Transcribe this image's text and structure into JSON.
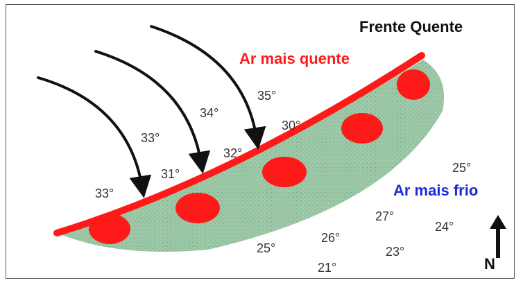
{
  "title": "Frente Quente",
  "warm_air_label": "Ar mais quente",
  "cold_air_label": "Ar mais frio",
  "north_label": "N",
  "colors": {
    "front": "#ff1a1a",
    "cold_air_fill": "#9dc9a8",
    "warm_label": "#ff1a1a",
    "cold_label": "#1e2bd6",
    "arrows": "#111111"
  },
  "temperatures": [
    {
      "id": "t1",
      "text": "35°"
    },
    {
      "id": "t2",
      "text": "34°"
    },
    {
      "id": "t3",
      "text": "30°"
    },
    {
      "id": "t4",
      "text": "33°"
    },
    {
      "id": "t5",
      "text": "32°"
    },
    {
      "id": "t6",
      "text": "31°"
    },
    {
      "id": "t7",
      "text": "33°"
    },
    {
      "id": "t8",
      "text": "25°"
    },
    {
      "id": "t9",
      "text": "27°"
    },
    {
      "id": "t10",
      "text": "24°"
    },
    {
      "id": "t11",
      "text": "26°"
    },
    {
      "id": "t12",
      "text": "25°"
    },
    {
      "id": "t13",
      "text": "23°"
    },
    {
      "id": "t14",
      "text": "21°"
    }
  ]
}
